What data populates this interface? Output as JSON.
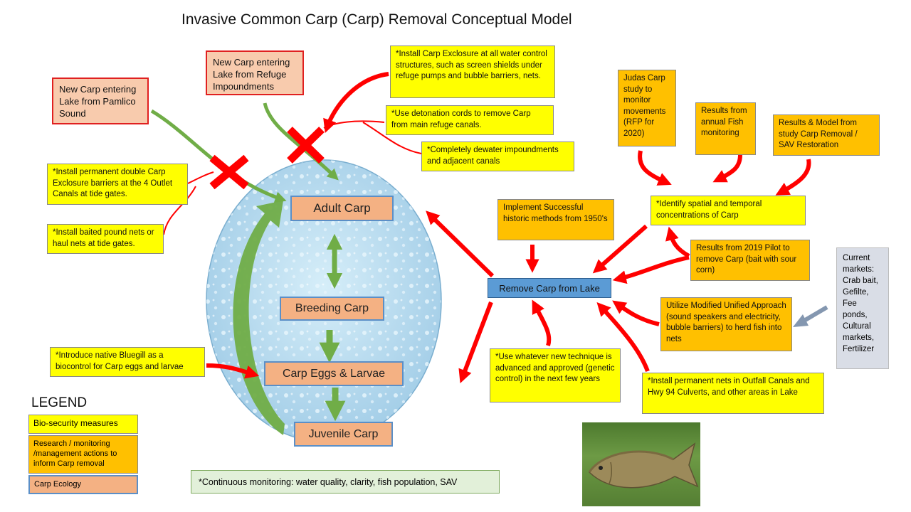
{
  "title": "Invasive Common Carp (Carp) Removal Conceptual Model",
  "sources": {
    "pamlico": "New Carp entering Lake from Pamlico Sound",
    "refuge": "New Carp entering Lake from Refuge Impoundments"
  },
  "biosecurity": {
    "exclosure_structures": "*Install Carp Exclosure at all water control structures, such as  screen shields under refuge pumps and bubble barriers, nets.",
    "detonation": "*Use detonation cords to remove  Carp from main refuge canals.",
    "dewater": "*Completely dewater impoundments and adjacent canals",
    "double_barriers": "*Install permanent double Carp Exclosure barriers at the 4 Outlet Canals at tide gates.",
    "pound_nets": "*Install baited pound nets or haul nets at tide gates.",
    "bluegill": "*Introduce native Bluegill as a biocontrol for Carp eggs and larvae",
    "identify": "*Identify spatial and temporal concentrations of Carp",
    "new_technique": "*Use whatever new technique is advanced and approved (genetic control)  in the next few years",
    "permanent_nets": "*Install permanent nets  in Outfall Canals and Hwy 94 Culverts, and other areas in Lake"
  },
  "research": {
    "judas": "Judas Carp study to monitor movements (RFP for 2020)",
    "fish_monitoring": "Results from annual Fish monitoring",
    "results_model": "Results & Model from study Carp Removal / SAV Restoration",
    "historic": "Implement Successful historic methods from 1950's",
    "pilot": "Results from 2019 Pilot to remove  Carp (bait with sour corn)",
    "unified": "Utilize Modified Unified Approach (sound speakers and electricity, bubble barriers) to herd fish into nets"
  },
  "ecology": {
    "adult": "Adult Carp",
    "breeding": "Breeding Carp",
    "eggs": "Carp Eggs & Larvae",
    "juvenile": "Juvenile Carp"
  },
  "remove": "Remove Carp from Lake",
  "markets": [
    "Current markets:",
    "Crab bait,",
    "Gefilte,",
    "Fee ponds,",
    "Cultural markets,",
    "Fertilizer"
  ],
  "monitoring_note": "*Continuous monitoring: water quality, clarity, fish population, SAV",
  "legend": {
    "title": "LEGEND",
    "biosecurity": "Bio-security measures",
    "research": "Research / monitoring /management  actions to inform Carp removal",
    "ecology": "Carp Ecology"
  },
  "colors": {
    "biosecurity": "#ffff00",
    "research": "#ffc000",
    "ecology": "#f4b183",
    "remove": "#5b9bd5",
    "arrow_red": "#ff0000",
    "arrow_green": "#70ad47",
    "water": "#b9dcf0"
  }
}
